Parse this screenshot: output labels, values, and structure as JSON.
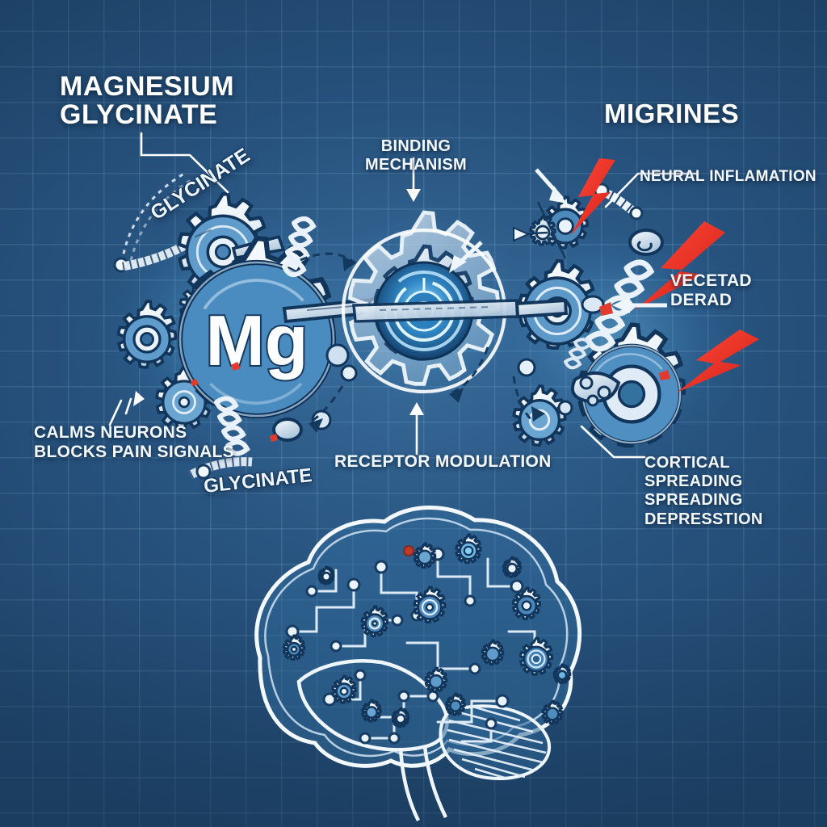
{
  "theme": {
    "bg_blue": "#27527e",
    "grid_line": "#3d6a94",
    "accent_red": "#ee2d24",
    "text_white": "#ffffff",
    "metal_light": "#eef4fa",
    "metal_shadow": "#13365c",
    "glow_cyan": "#69c8f2"
  },
  "titles": {
    "left": {
      "line1": "MAGNESIUM",
      "line2": "GLYCINATE"
    },
    "right": {
      "line1": "MIGRINES"
    }
  },
  "labels": {
    "binding": {
      "line1": "BINDING",
      "line2": "MECHANISM"
    },
    "neural_inflammation": {
      "line1": "NEURAL INFLAMATION"
    },
    "vecetad": {
      "line1": "VECETAD",
      "line2": "DERAD"
    },
    "cortical": {
      "line1": "CORTICAL SPREADING",
      "line2": "SPREADING DEPRESSTION"
    },
    "receptor": {
      "line1": "RECEPTOR MODULATION"
    },
    "calms": {
      "line1": "CALMS NEURONS",
      "line2": "BLOCKS PAIN SIGNALS"
    },
    "glycinate_upper": "GLYCINATE",
    "glycinate_lower": "GLYCINATE"
  },
  "symbols": {
    "element": "Mg"
  },
  "diagram": {
    "left_cluster_name": "magnesium-glycinate-gear-cluster",
    "center_cluster_name": "binding-mechanism-gear",
    "right_cluster_name": "migraine-gear-cluster",
    "brain_name": "mechanical-brain-illustration",
    "lightning_count": 3,
    "spring_count": 4
  }
}
